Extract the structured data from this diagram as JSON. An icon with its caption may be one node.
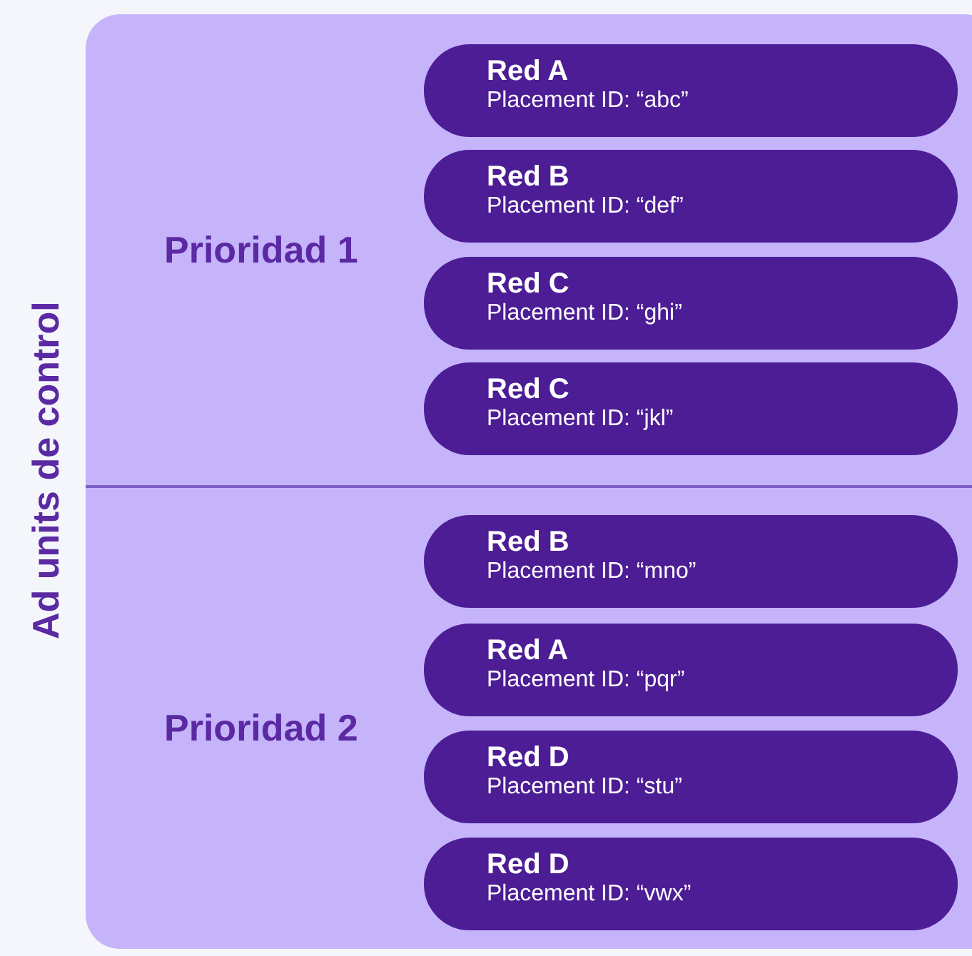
{
  "diagram": {
    "nodes": [
      {
        "text": [
          "Prioridad 1"
        ]
      },
      {
        "text": [
          "Red A",
          "Placement ID: “abc”"
        ],
        "in": 0
      },
      {
        "text": [
          "Red B",
          "Placement ID: “def”"
        ],
        "in": 0
      },
      {
        "text": [
          "Red C",
          "Placement ID: “ghi”"
        ],
        "in": 0
      },
      {
        "text": [
          "Red C",
          "Placement ID: “jkl”"
        ],
        "in": 0
      },
      {
        "text": [
          "Prioridad 2"
        ]
      },
      {
        "text": [
          "Red B",
          "Placement ID: “mno”"
        ],
        "in": 5
      },
      {
        "text": [
          "Red A",
          "Placement ID: “pqr”"
        ],
        "in": 5
      },
      {
        "text": [
          "Red D",
          "Placement ID: “stu”"
        ],
        "in": 5
      },
      {
        "text": [
          "Red D",
          "Placement ID: “vwx”"
        ],
        "in": 5
      }
    ],
    "labels": [
      "Ad units de control"
    ]
  }
}
